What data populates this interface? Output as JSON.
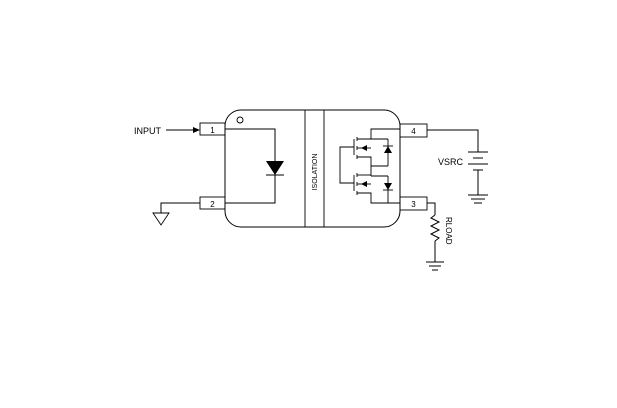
{
  "labels": {
    "input": "INPUT",
    "isolation": "ISOLATION",
    "vsrc": "VSRC",
    "rload": "RLOAD"
  },
  "pins": {
    "p1": "1",
    "p2": "2",
    "p3": "3",
    "p4": "4"
  }
}
